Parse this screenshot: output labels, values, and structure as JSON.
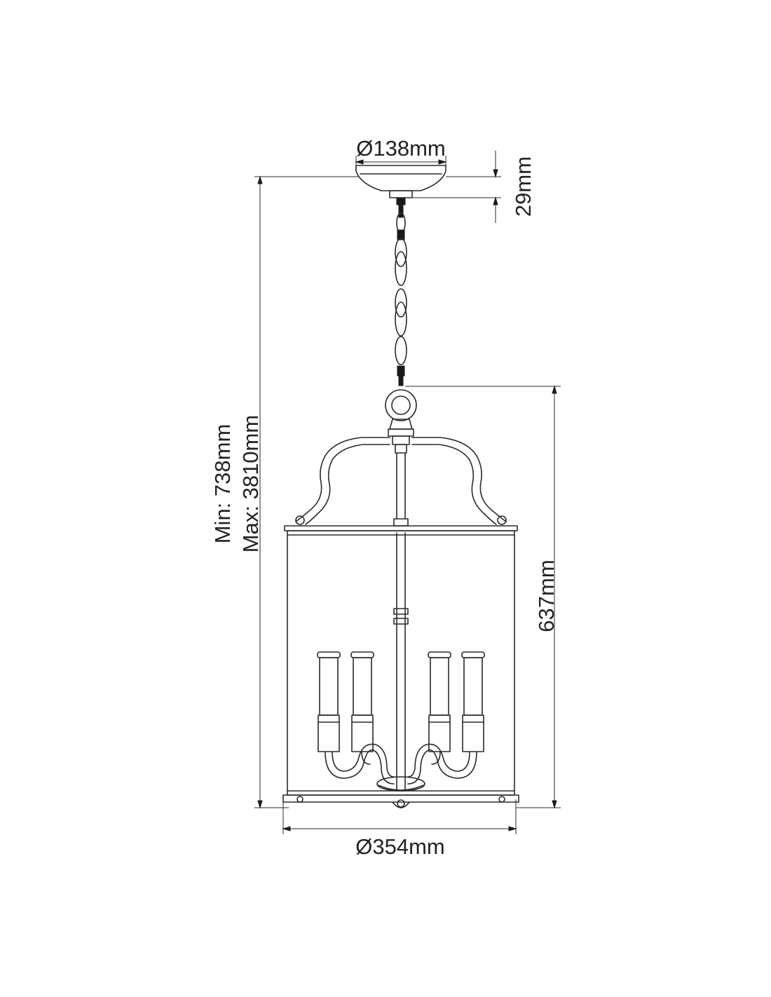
{
  "dimensions": {
    "canopy_diameter": "Ø138mm",
    "canopy_height": "29mm",
    "height_min": "Min: 738mm",
    "height_max": "Max: 3810mm",
    "body_height": "637mm",
    "body_diameter": "Ø354mm"
  },
  "colors": {
    "line": "#2a2a2a",
    "background": "#ffffff"
  }
}
